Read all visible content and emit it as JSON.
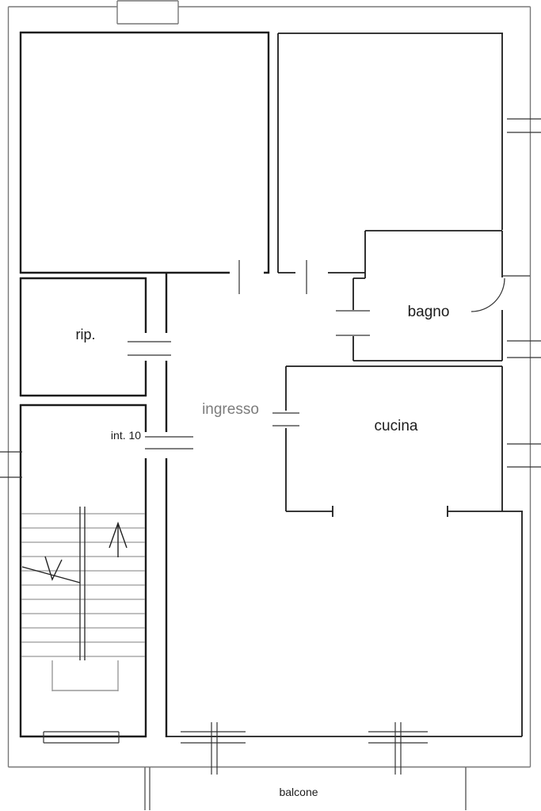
{
  "floorplan": {
    "labels": {
      "rip": "rip.",
      "unit": "int. 10",
      "ingresso": "ingresso",
      "bagno": "bagno",
      "cucina": "cucina",
      "balcone": "balcone"
    },
    "colors": {
      "background": "#ffffff",
      "wall": "#1c1c1c",
      "outline": "#777777",
      "detail": "#333333",
      "stair_tread": "#999999",
      "label": "#1c1c1c",
      "ingresso_label": "#7c7c7c"
    }
  }
}
